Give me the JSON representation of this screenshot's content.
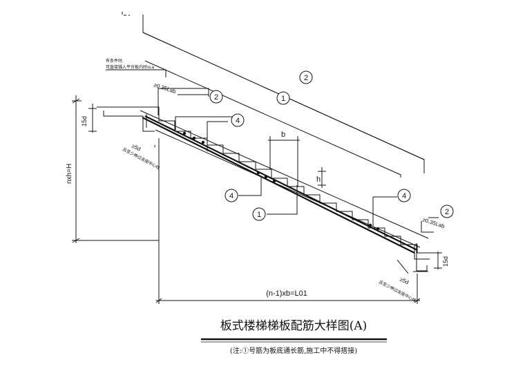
{
  "title": "板式楼梯梯板配筋大样图(A)",
  "note": "(注:①号筋为板底通长筋,施工中不得搭接)",
  "labels": {
    "top_note_1": "有条件时,",
    "top_note_2": "可直接锚入平台板内时≥La",
    "anchor_top": "≥0.35Lab",
    "anchor_bottom": "≥0.35Lab",
    "hook_top": "15d",
    "hook_bottom": "15d",
    "min5d_top": "≥5d",
    "min5d_bottom": "≥5d",
    "beam_top": "且至少伸过支座中心线",
    "beam_bottom": "且至少伸过支座中心线",
    "dim_b": "b",
    "dim_h": "h",
    "dim_height": "nxh=H",
    "dim_length": "(n-1)xb=L01"
  },
  "bar_marks": {
    "m1_main": "1",
    "m2_main": "2",
    "m2_top": "2",
    "m4_top": "4",
    "m4_mid": "4",
    "m1_mid": "1",
    "m4_right": "4",
    "m2_right": "2"
  }
}
